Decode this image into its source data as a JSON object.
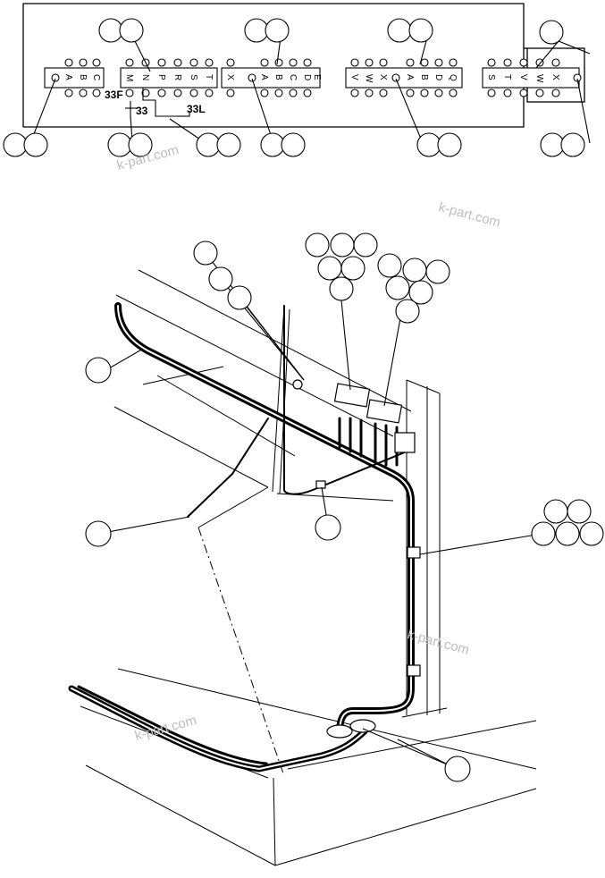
{
  "terminal_labels": {
    "block1": [
      "A",
      "B",
      "C"
    ],
    "block2": [
      "M",
      "N",
      "P",
      "R",
      "S",
      "T"
    ],
    "block3": [
      "X",
      "A",
      "B",
      "C",
      "D",
      "E"
    ],
    "block4": [
      "V",
      "W",
      "X",
      "A",
      "B",
      "D",
      "Q"
    ],
    "block5": [
      "S",
      "T",
      "V",
      "W",
      "X"
    ]
  },
  "wire_labels": {
    "w33f": "33F",
    "w33": "33",
    "w33l": "33L"
  },
  "watermarks": [
    "k-part.com",
    "k-part.com",
    "k-part.com",
    "k-part.com"
  ]
}
